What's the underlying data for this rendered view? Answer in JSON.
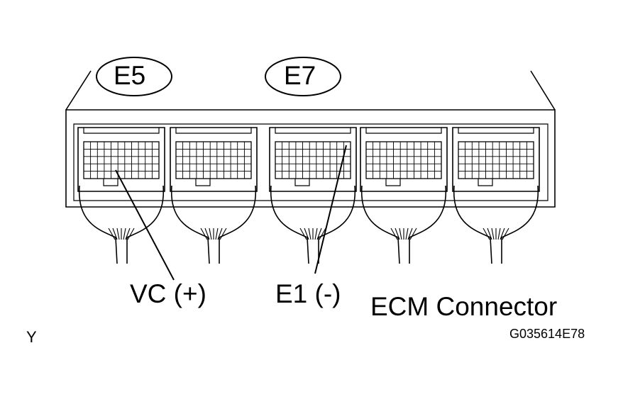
{
  "diagram": {
    "connector_tags": [
      "E5",
      "E7"
    ],
    "pin_labels": [
      "VC (+)",
      "E1 (-)"
    ],
    "caption": "ECM Connector",
    "corner_mark": "Y",
    "figure_code": "G035614E78"
  }
}
